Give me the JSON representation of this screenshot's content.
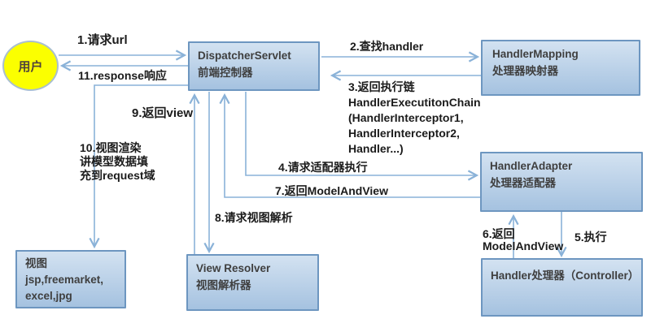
{
  "nodes": {
    "user": {
      "label": "用户"
    },
    "dispatcher": {
      "lines": [
        "DispatcherServlet",
        "前端控制器"
      ]
    },
    "handler_mapping": {
      "lines": [
        "HandlerMapping",
        "处理器映射器"
      ]
    },
    "handler_adapter": {
      "lines": [
        "HandlerAdapter",
        "处理器适配器"
      ]
    },
    "handler": {
      "lines": [
        "Handler处理器（Controller）"
      ]
    },
    "view": {
      "lines": [
        "视图",
        "jsp,freemarket,",
        "excel,jpg"
      ]
    },
    "view_resolver": {
      "lines": [
        "View Resolver",
        "视图解析器"
      ]
    }
  },
  "labels": {
    "step1": "1.请求url",
    "step2": "2.查找handler",
    "step3_line1": "3.返回执行链",
    "step3_line2": "HandlerExecutitonChain",
    "step3_line3": "(HandlerInterceptor1,",
    "step3_line4": "HandlerInterceptor2,",
    "step3_line5": "Handler...)",
    "step4": "4.请求适配器执行",
    "step5": "5.执行",
    "step6_line1": "6.返回",
    "step6_line2": "ModelAndView",
    "step7": "7.返回ModelAndView",
    "step8": "8.请求视图解析",
    "step9": "9.返回view",
    "step10_line1": "10.视图渲染",
    "step10_line2": "讲模型数据填",
    "step10_line3": "充到request域",
    "step11": "11.response响应"
  },
  "colors": {
    "background": "#ffffff",
    "box_fill_top": "#d3e2f1",
    "box_fill_bottom": "#a5c2e0",
    "box_border": "#6d96c0",
    "arrow": "#8ab2d8",
    "user_fill": "#fbff00",
    "user_border": "#a9bfd0",
    "user_text": "#4f423c",
    "box_text": "#3f3f3f",
    "label_text": "#1b1b1b"
  }
}
